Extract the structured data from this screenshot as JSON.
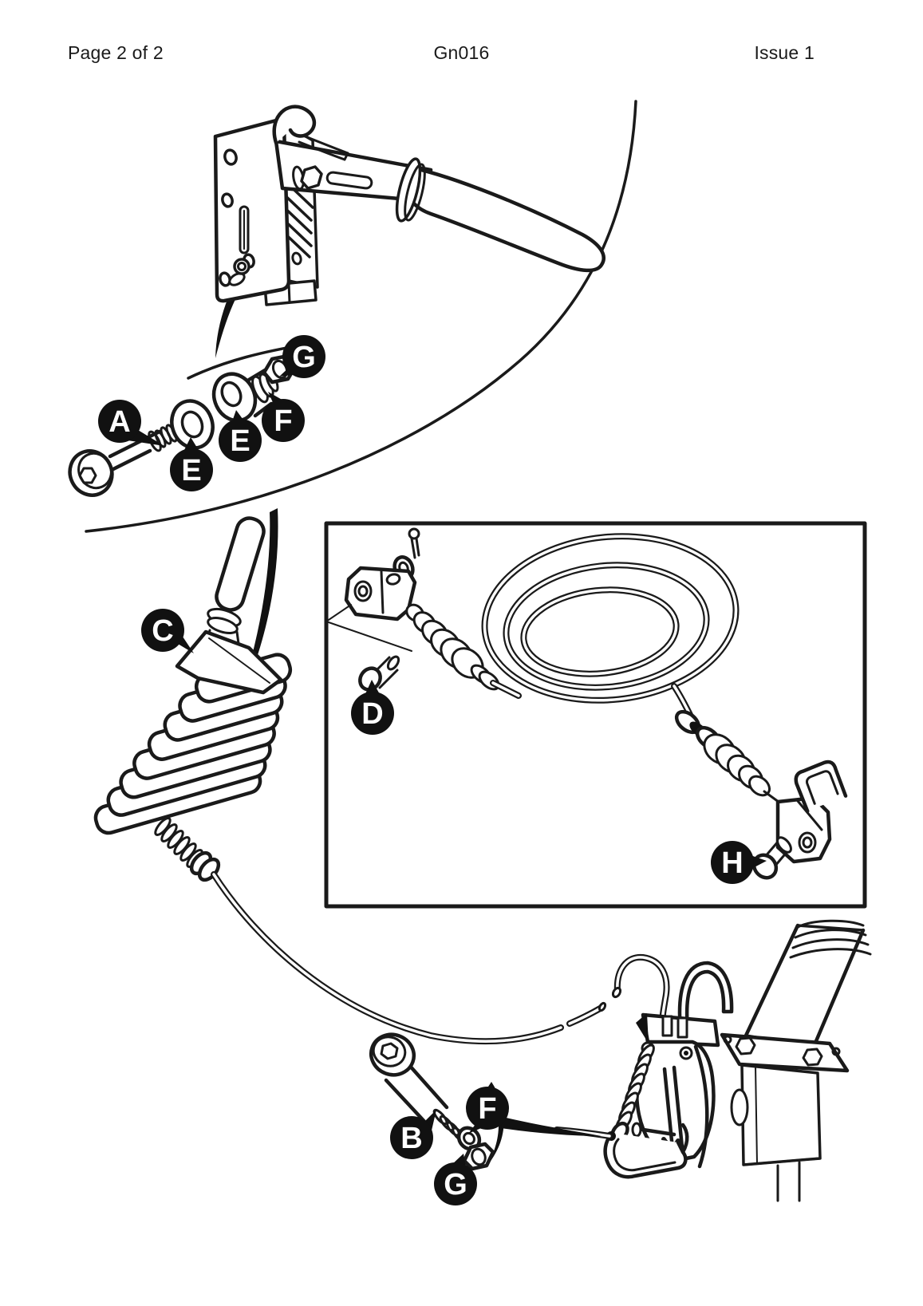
{
  "header": {
    "page_label": "Page 2 of 2",
    "code": "Gn016",
    "issue_label": "Issue 1"
  },
  "figure": {
    "type": "exploded-parts-diagram",
    "callouts": [
      {
        "letter": "A"
      },
      {
        "letter": "E"
      },
      {
        "letter": "E"
      },
      {
        "letter": "F"
      },
      {
        "letter": "G"
      },
      {
        "letter": "C"
      },
      {
        "letter": "D"
      },
      {
        "letter": "H"
      },
      {
        "letter": "B"
      },
      {
        "letter": "F"
      },
      {
        "letter": "G"
      }
    ]
  }
}
